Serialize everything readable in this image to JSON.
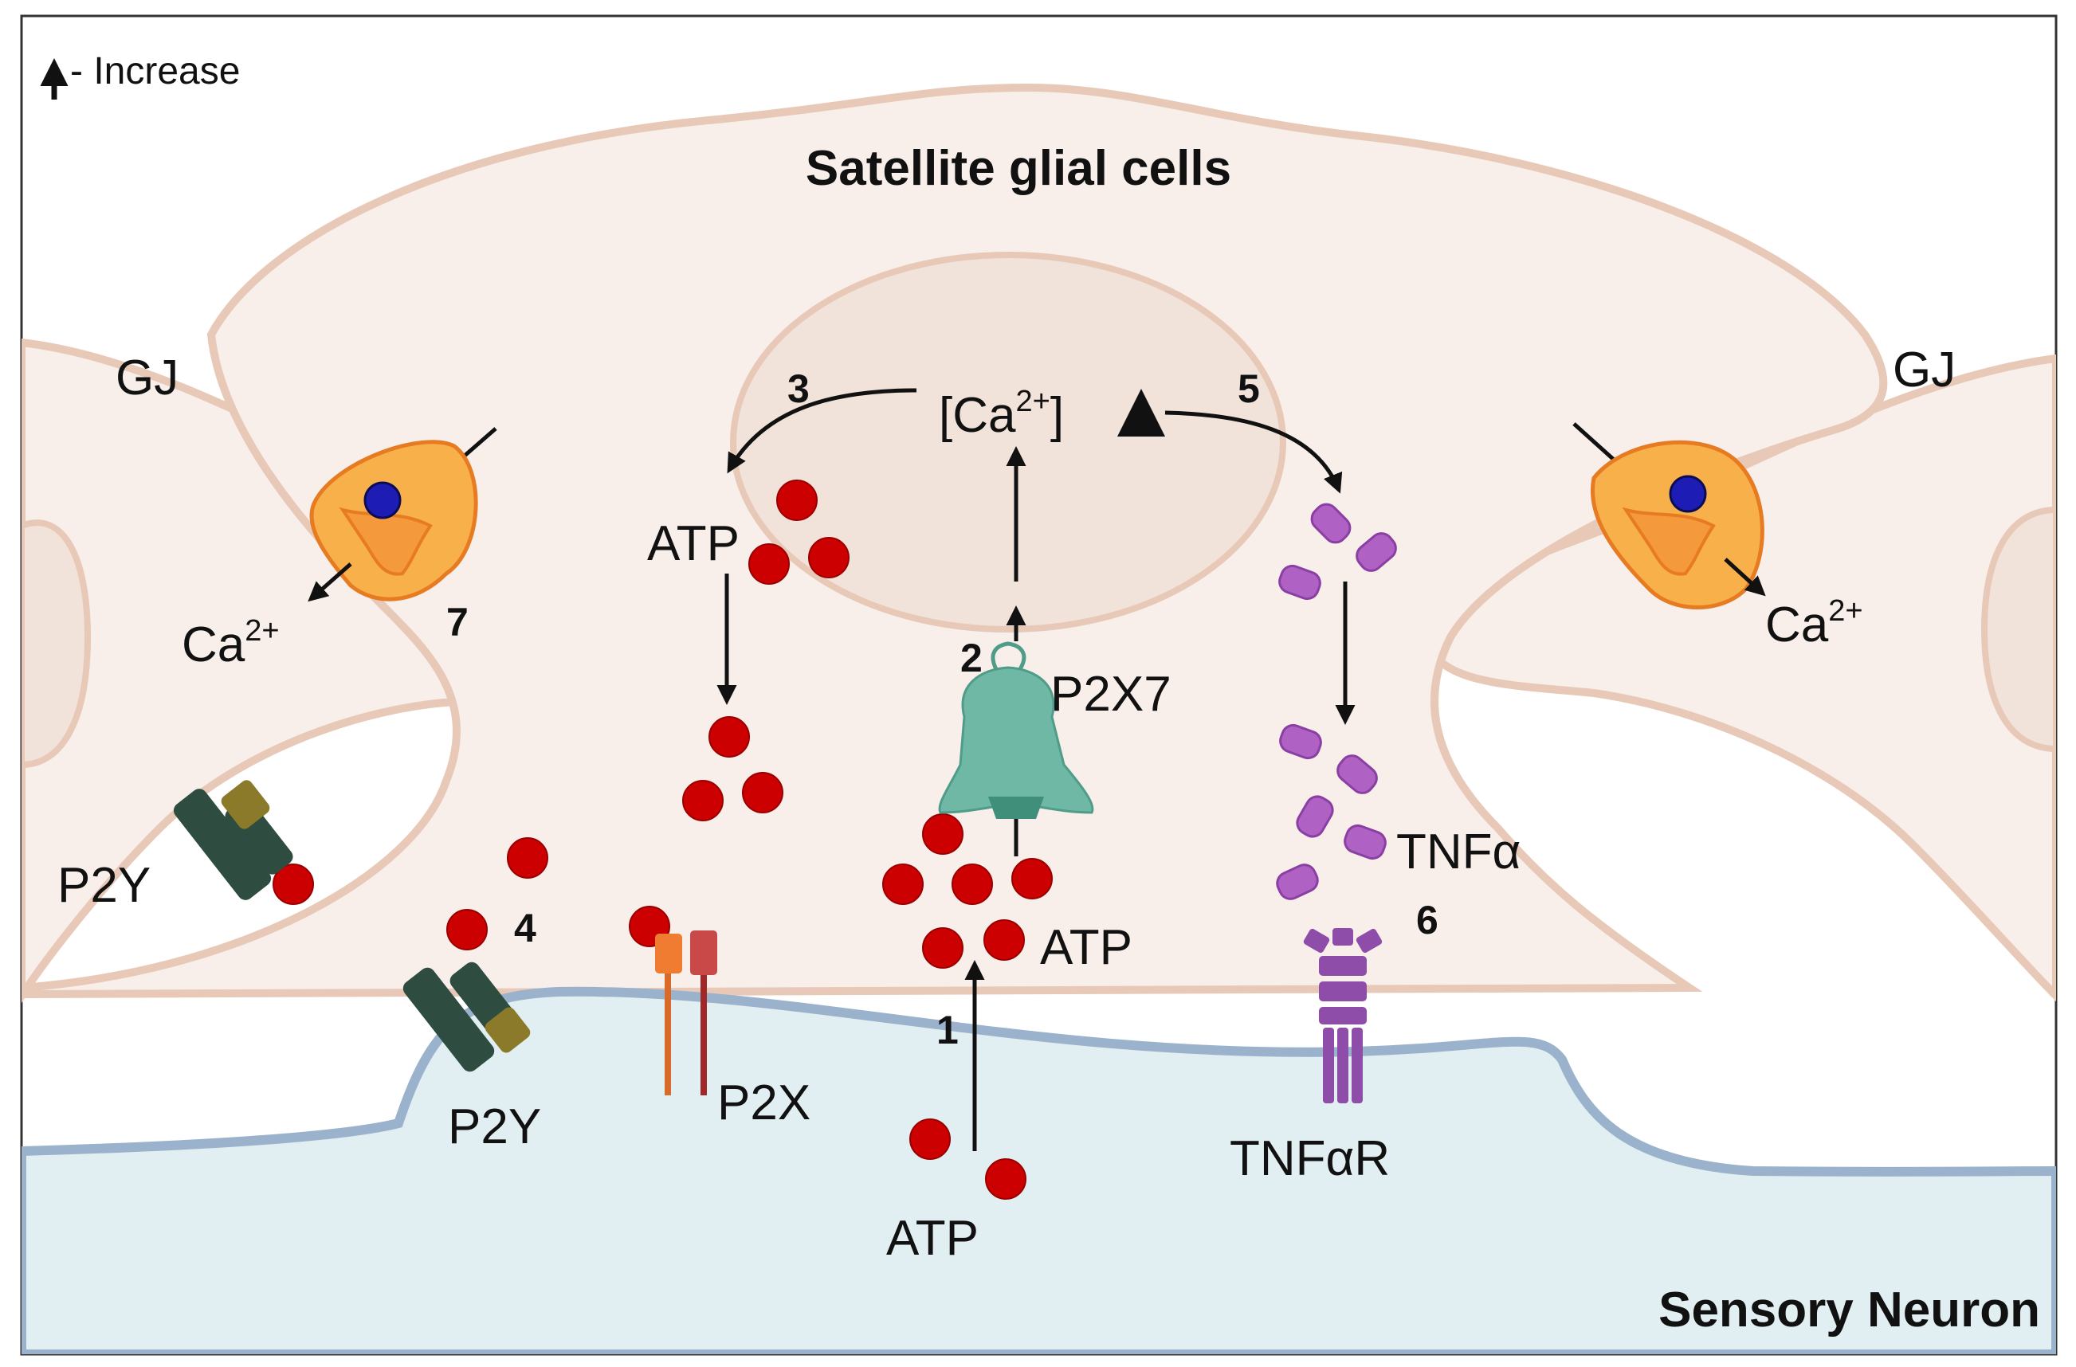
{
  "legend": {
    "symbol": "↑",
    "text": "- Increase"
  },
  "titles": {
    "glia": "Satellite glial cells",
    "neuron": "Sensory Neuron"
  },
  "labels": {
    "gj_left": "GJ",
    "gj_right": "GJ",
    "ca_left_base": "Ca",
    "ca_left_sup": "2+",
    "ca_right_base": "Ca",
    "ca_right_sup": "2+",
    "ca_center_open": "[Ca",
    "ca_center_sup": "2+",
    "ca_center_close": "]",
    "atp_upper": "ATP",
    "atp_mid": "ATP",
    "atp_lower": "ATP",
    "p2x7": "P2X7",
    "p2y_left": "P2Y",
    "p2y_lower": "P2Y",
    "p2x": "P2X",
    "tnfa": "TNFα",
    "tnfar": "TNFαR"
  },
  "steps": [
    "1",
    "2",
    "3",
    "4",
    "5",
    "6",
    "7"
  ],
  "colors": {
    "glia_fill": "#f8eeea",
    "glia_outline": "#e8c8b6",
    "neuron_fill": "#e1eef2",
    "membrane": "#9ab2cc",
    "atp": "#cc0000",
    "p2y": "#2e4d40",
    "p2y_accent": "#8a7a2a",
    "p2x7": "#6fb8a6",
    "tnf": "#b062c4",
    "tnfr": "#8d4da8",
    "gj": "#f8b04a"
  }
}
